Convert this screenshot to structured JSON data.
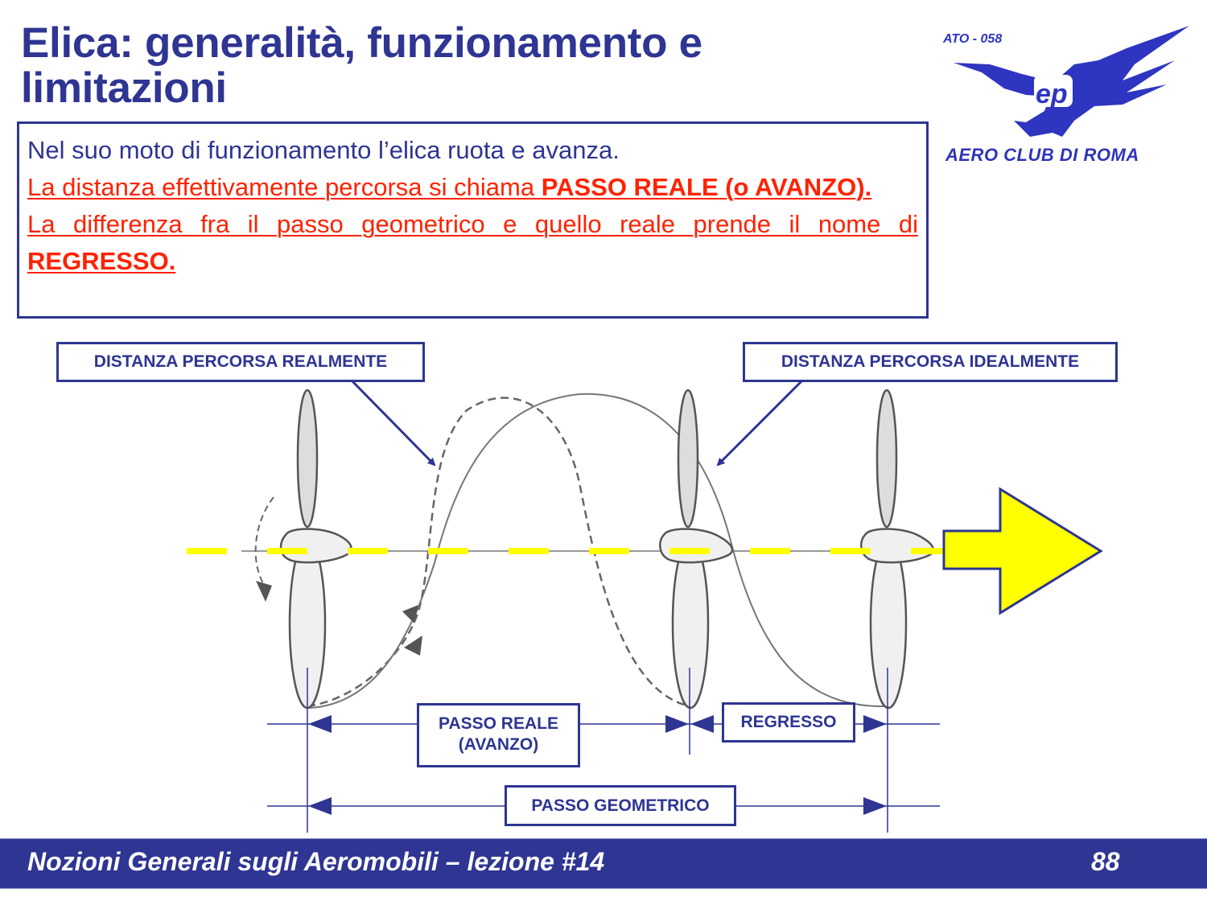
{
  "header": {
    "title_line1": "Elica: generalità, funzionamento e",
    "title_line2": "limitazioni"
  },
  "logo": {
    "code": "ATO - 058",
    "name": "AERO CLUB DI ROMA",
    "icon": "eagle-logo-icon"
  },
  "intro": {
    "line1": "Nel suo moto di funzionamento l’elica ruota e avanza.",
    "para2_text": "La distanza effettivamente percorsa si chiama ",
    "para2_bold": "PASSO REALE (o AVANZO).",
    "para3_text": "La differenza fra il passo geometrico e quello reale prende il nome di ",
    "para3_bold": "REGRESSO."
  },
  "diagram": {
    "label_real": "DISTANZA PERCORSA REALMENTE",
    "label_ideal": "DISTANZA PERCORSA IDEALMENTE",
    "label_passo_reale_1": "PASSO REALE",
    "label_passo_reale_2": "(AVANZO)",
    "label_regresso": "REGRESSO",
    "label_passo_geometrico": "PASSO GEOMETRICO",
    "colors": {
      "accent": "#2e3592",
      "axis_dash": "#ffff00",
      "arrow_fill": "#ffff00",
      "sketch": "#555555"
    }
  },
  "footer": {
    "course": "Nozioni Generali sugli Aeromobili – lezione #14",
    "page": "88"
  }
}
